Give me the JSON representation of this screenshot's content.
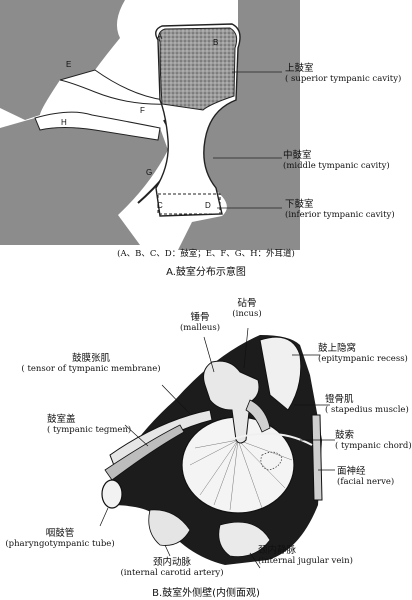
{
  "panel_a": {
    "letters": {
      "a": "A",
      "b": "B",
      "c": "C",
      "d": "D",
      "e": "E",
      "f": "F",
      "g": "G",
      "h": "H"
    },
    "labels": [
      {
        "zh": "上鼓室",
        "en": "( superior tympanic cavity)"
      },
      {
        "zh": "中鼓室",
        "en": "(middle tympanic cavity)"
      },
      {
        "zh": "下鼓室",
        "en": "(inferior tympanic cavity)"
      }
    ],
    "legend": "(A、B、C、D：鼓室；E、F、G、H：外耳道)",
    "caption": "A.鼓室分布示意图"
  },
  "panel_b": {
    "labels": [
      {
        "zh": "砧骨",
        "en": "(incus)"
      },
      {
        "zh": "锤骨",
        "en": "(malleus)"
      },
      {
        "zh": "鼓上隐窝",
        "en": "(epitympanic recess)"
      },
      {
        "zh": "鼓膜张肌",
        "en": "( tensor of tympanic membrane)"
      },
      {
        "zh": "镫骨肌",
        "en": "( stapedius muscle)"
      },
      {
        "zh": "鼓室盖",
        "en": "( tympanic tegmen)"
      },
      {
        "zh": "鼓索",
        "en": "( tympanic chord)"
      },
      {
        "zh": "面神经",
        "en": "(facial nerve)"
      },
      {
        "zh": "咽鼓管",
        "en": "(pharyngotympanic tube)"
      },
      {
        "zh": "颈内动脉",
        "en": "(internal carotid artery)"
      },
      {
        "zh": "颈内静脉",
        "en": "(internal jugular vein)"
      }
    ],
    "caption": "B.鼓室外侧壁(内侧面观)"
  }
}
